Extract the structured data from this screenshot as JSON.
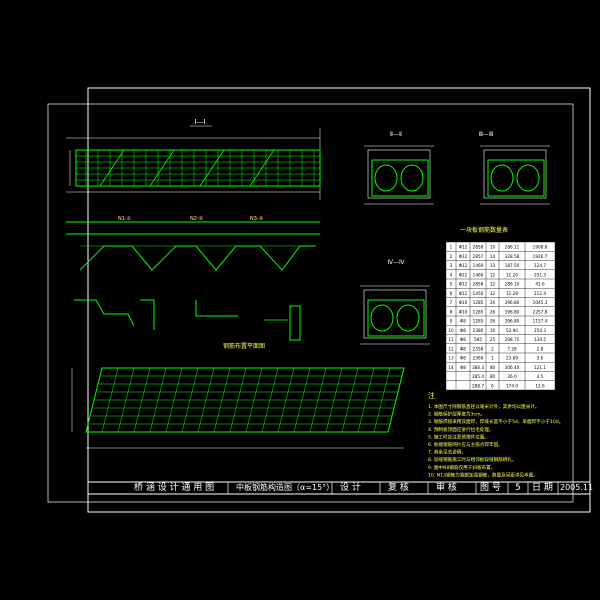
{
  "section_labels": {
    "elevation": "Ⅰ—Ⅰ",
    "section_a": "Ⅱ—Ⅱ",
    "section_b": "Ⅲ—Ⅲ",
    "section_c": "Ⅳ—Ⅳ"
  },
  "plan_title": "钢筋布置平面图",
  "table_title": "一块板钢筋数量表",
  "table": {
    "rows": [
      [
        "1",
        "Φ12",
        "2858",
        "10",
        "286.11",
        "1908.8"
      ],
      [
        "2",
        "Φ12",
        "2857",
        "14",
        "328.58",
        "1926.7"
      ],
      [
        "3",
        "Φ12",
        "1460",
        "13",
        "187.50",
        "124.7"
      ],
      [
        "4",
        "Φ12",
        "1460",
        "12",
        "11.20",
        "251.3"
      ],
      [
        "5",
        "Φ12",
        "2858",
        "12",
        "286.10",
        "41.6"
      ],
      [
        "6",
        "Φ12",
        "1450",
        "12",
        "11.28",
        "112.4"
      ],
      [
        "7",
        "Φ10",
        "1285",
        "26",
        "396.80",
        "1045.3"
      ],
      [
        "8",
        "Φ10",
        "1285",
        "26",
        "396.80",
        "2257.8"
      ],
      [
        "9",
        "Φ8",
        "1285",
        "26",
        "396.80",
        "1157.4"
      ],
      [
        "10",
        "Φ8",
        "2380",
        "10",
        "53.90",
        "254.3"
      ],
      [
        "11",
        "Φ8",
        "585",
        "25",
        "208.75",
        "134.5"
      ],
      [
        "12",
        "Φ8",
        "2358",
        "2",
        "7.28",
        "2.8"
      ],
      [
        "13",
        "Φ8",
        "2369",
        "1",
        "23.69",
        "3.6"
      ],
      [
        "14",
        "Φ8",
        "386.4",
        "80",
        "306.40",
        "121.1"
      ],
      [
        "",
        "",
        "285.4",
        "80",
        "26.0",
        "4.5"
      ],
      [
        "",
        "",
        "288.7",
        "6",
        "174.0",
        "12.6"
      ]
    ]
  },
  "notes": {
    "heading": "注",
    "lines": [
      "1. 本图尺寸除钢筋直径以毫米计外，其余均以厘米计。",
      "2. 钢筋保护层厚度为3cm。",
      "3. 钢筋焊接采用双面焊，焊缝长度不小于5d，单面焊不小于10d。",
      "4. 预制板顶面应进行拉毛处理。",
      "5. 施工时应注意预埋件位置。",
      "6. 板端钢筋网片应与主筋点焊牢固。",
      "7. 其余见总说明。",
      "8. 铰缝钢筋施工时与相邻板铰缝钢筋绑扎。",
      "9. 图中N8钢筋仅用于斜板布置。",
      "10. N13钢筋为端部加强钢筋，数量及间距详见本图。"
    ]
  },
  "title_block": {
    "series": "桥 涵 设 计 通 用 图",
    "drawing_name": "中板钢筋构造图（α=15°）",
    "design": "设 计",
    "review": "复 核",
    "approve": "审 核",
    "drawing_no_label": "图 号",
    "drawing_no": "5",
    "date_label": "日 期",
    "date": "2005.11"
  },
  "colors": {
    "background": "#000000",
    "frame": "#ffffff",
    "rebar": "#00ff00",
    "dimension": "#ffffff",
    "label": "#ffff55",
    "table_bg": "#ffffff",
    "table_text": "#000000"
  }
}
